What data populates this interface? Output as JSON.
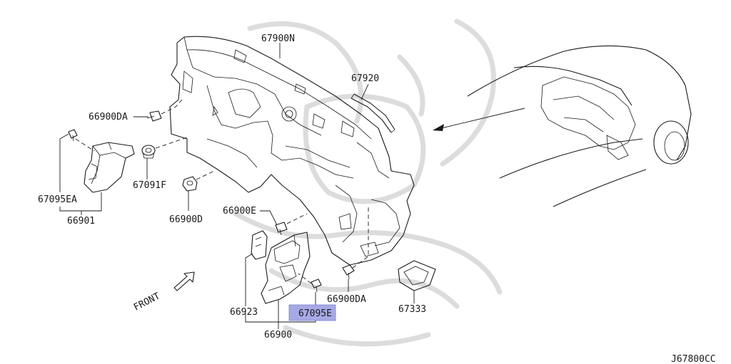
{
  "diagram": {
    "drawing_code": "J67800CC",
    "front_label": "FRONT",
    "highlight_color": "#a7a9e6",
    "highlighted_part": "67095E",
    "parts": [
      {
        "id": "p67900N",
        "code": "67900N"
      },
      {
        "id": "p67920",
        "code": "67920"
      },
      {
        "id": "p66900DA_top",
        "code": "66900DA"
      },
      {
        "id": "p67091F",
        "code": "67091F"
      },
      {
        "id": "p67095EA",
        "code": "67095EA"
      },
      {
        "id": "p66901",
        "code": "66901"
      },
      {
        "id": "p66900D",
        "code": "66900D"
      },
      {
        "id": "p66900E",
        "code": "66900E"
      },
      {
        "id": "p66923",
        "code": "66923"
      },
      {
        "id": "p67095E",
        "code": "67095E"
      },
      {
        "id": "p66900",
        "code": "66900"
      },
      {
        "id": "p66900DA_bottom",
        "code": "66900DA"
      },
      {
        "id": "p67333",
        "code": "67333"
      }
    ]
  }
}
